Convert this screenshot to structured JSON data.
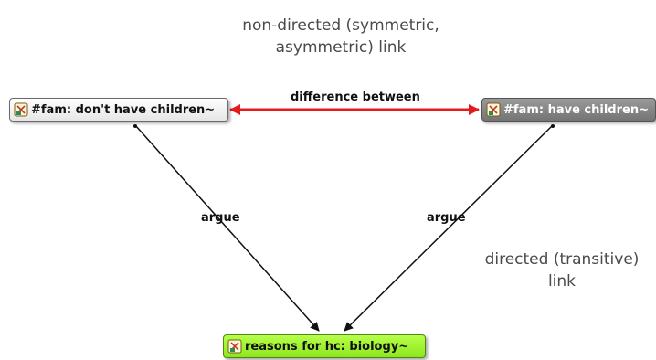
{
  "annotations": {
    "top_line1": "non-directed (symmetric,",
    "top_line2": "asymmetric) link",
    "right_line1": "directed (transitive)",
    "right_line2": "link"
  },
  "nodes": {
    "left": {
      "label": "#fam: don't have children~",
      "color": "#e6e6e6"
    },
    "right": {
      "label": "#fam: have children~",
      "color": "#808080"
    },
    "bottom": {
      "label": "reasons for hc: biology~",
      "color": "#9ef22e"
    }
  },
  "edges": {
    "difference": {
      "label": "difference between",
      "color": "#e41b1b"
    },
    "argue_left": {
      "label": "argue",
      "color": "#111111"
    },
    "argue_right": {
      "label": "argue",
      "color": "#111111"
    }
  },
  "icons": {
    "node_icon": "node-type-icon"
  }
}
